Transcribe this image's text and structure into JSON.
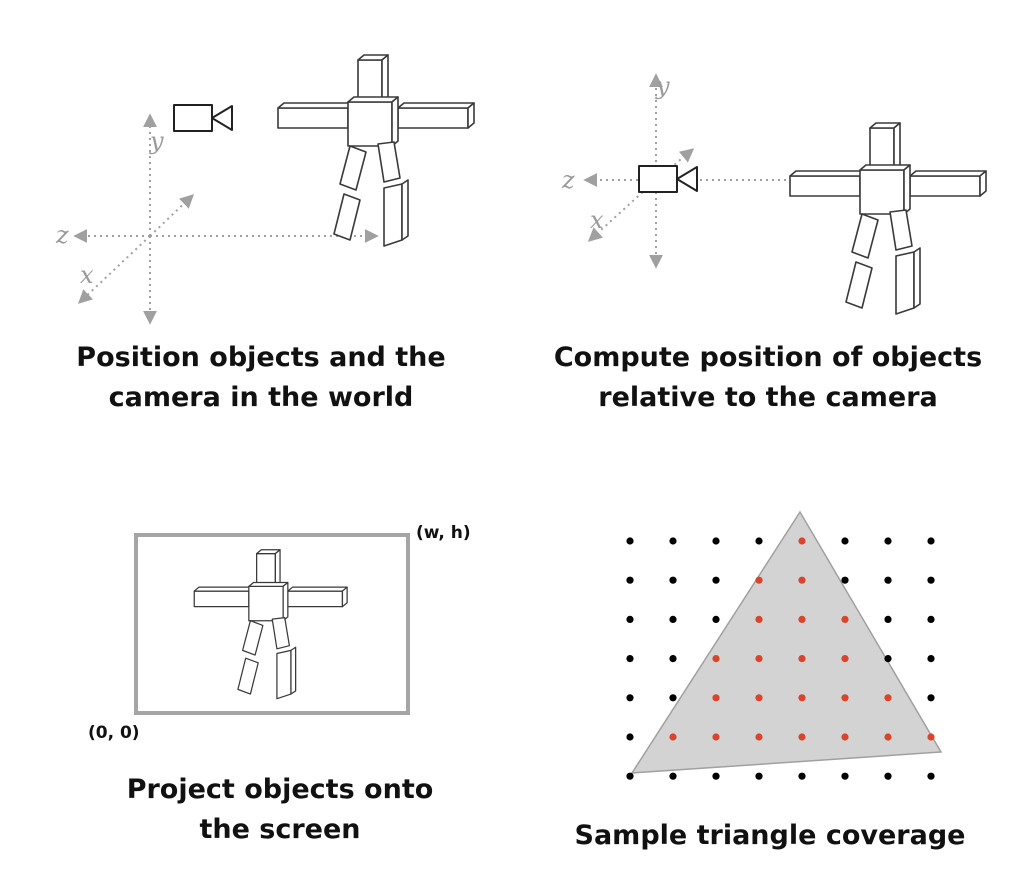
{
  "panels": {
    "world": {
      "caption_line1": "Position objects and the",
      "caption_line2": "camera in the world",
      "axes": {
        "x": "x",
        "y": "y",
        "z": "z"
      }
    },
    "camera": {
      "caption_line1": "Compute position of objects",
      "caption_line2": "relative to the camera",
      "axes": {
        "x": "x",
        "y": "y",
        "z": "z"
      }
    },
    "projection": {
      "caption_line1": "Project objects onto",
      "caption_line2": "the screen",
      "corner_top_right": "(w, h)",
      "corner_bottom_left": "(0, 0)"
    },
    "sampling": {
      "caption": "Sample triangle coverage",
      "grid": {
        "columns": 8,
        "rows": 7
      },
      "colors": {
        "covered": "#d9442b",
        "uncovered": "#000000",
        "triangle_fill": "#d3d3d3"
      }
    }
  },
  "colors": {
    "axis": "#a0a0a0",
    "figure_stroke": "#3a3a3a"
  },
  "icons": [
    "camera-icon",
    "figure-icon",
    "axis-arrows-icon"
  ]
}
